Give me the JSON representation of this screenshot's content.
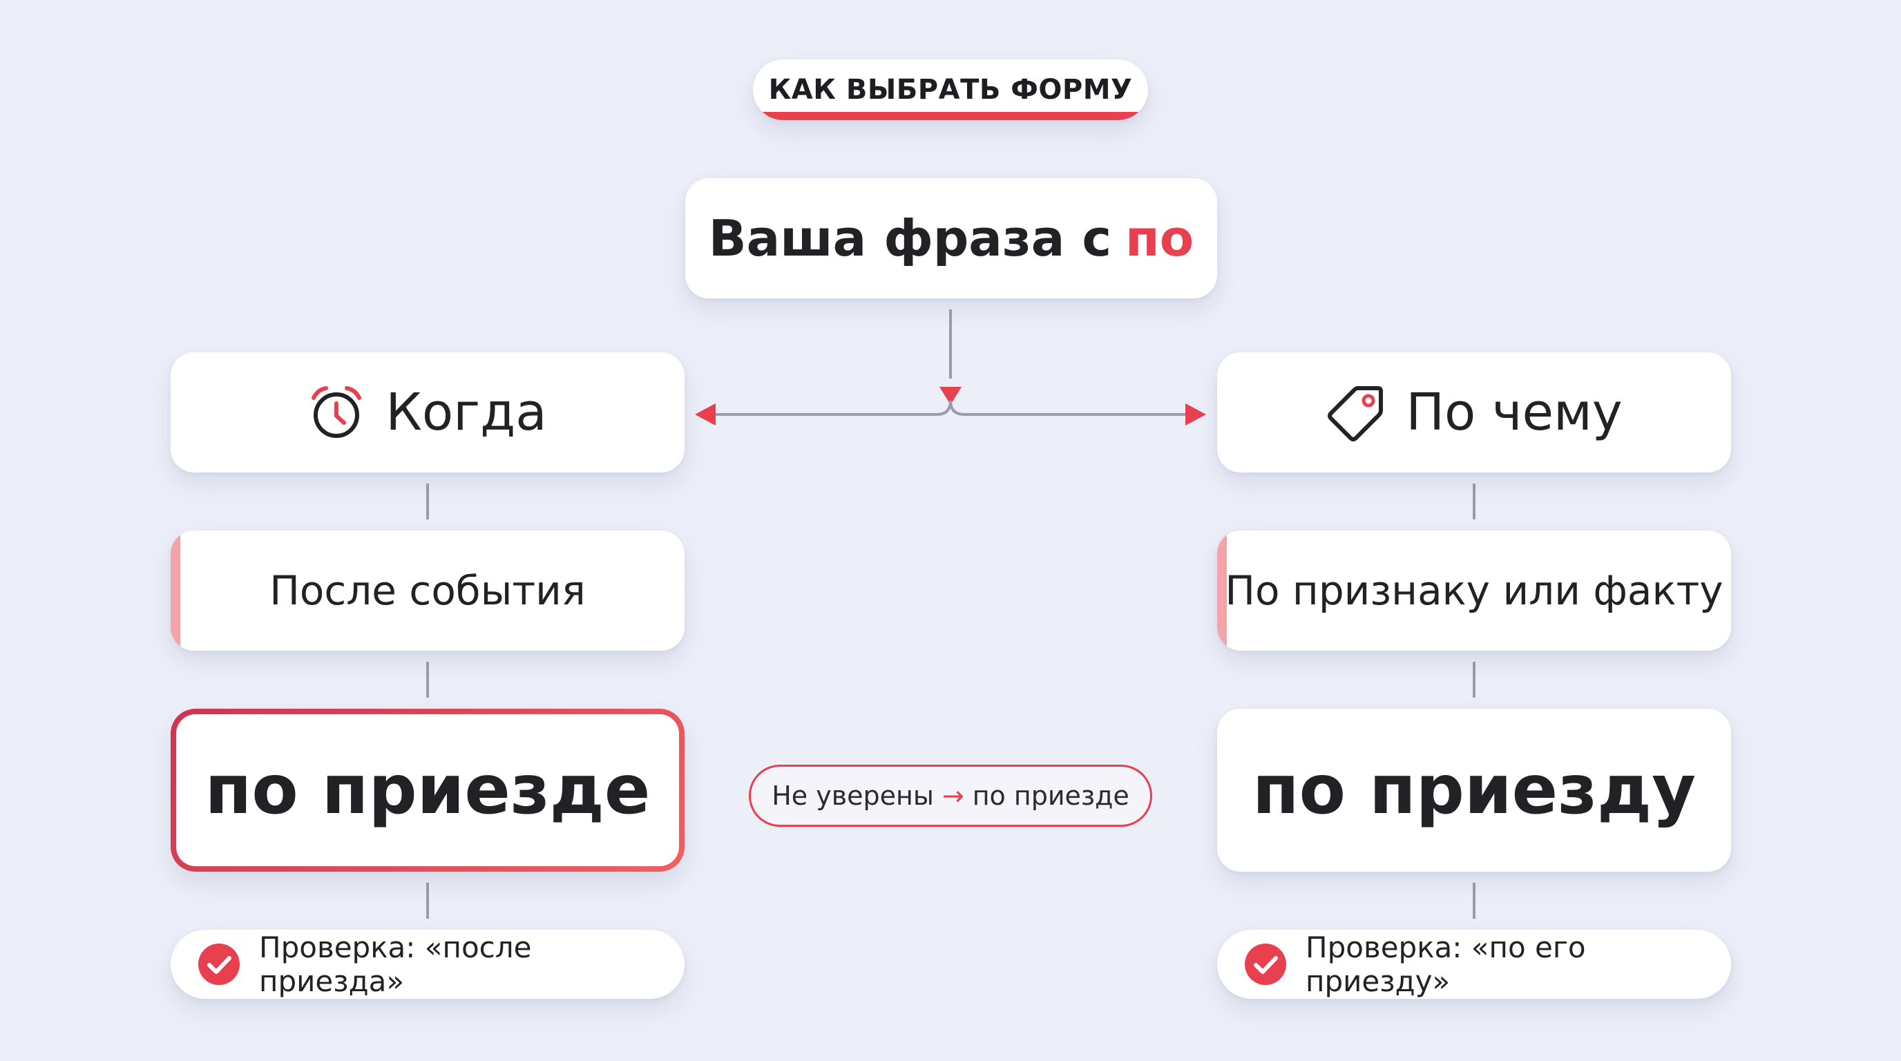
{
  "header": {
    "title": "КАК ВЫБРАТЬ ФОРМУ"
  },
  "phrase": {
    "text": "Ваша фраза с",
    "accent": "по"
  },
  "left": {
    "branch_label": "Когда",
    "branch_icon": "alarm-clock-icon",
    "description": "После события",
    "result": "по приезде",
    "check": "Проверка: «после приезда»"
  },
  "right": {
    "branch_label": "По чему",
    "branch_icon": "tag-icon",
    "description": "По признаку или факту",
    "result": "по приезду",
    "check": "Проверка: «по его приезду»"
  },
  "hint": {
    "prefix": "Не уверены",
    "arrow": "→",
    "answer": "по приезде"
  },
  "colors": {
    "accent": "#e8404e",
    "background": "#eceef8",
    "card": "#ffffff",
    "connector": "#9a9cac"
  }
}
